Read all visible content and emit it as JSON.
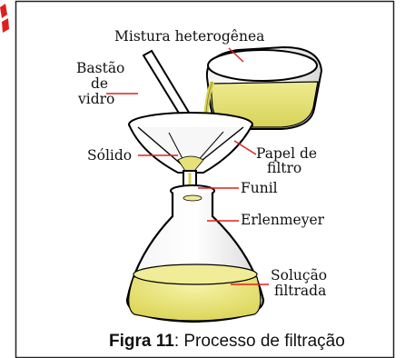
{
  "labels": {
    "mixture": "Mistura heterogênea",
    "rod_line1": "Bastão",
    "rod_line2": "de",
    "rod_line3": "vidro",
    "solid": "Sólido",
    "paper_line1": "Papel de",
    "paper_line2": "filtro",
    "funnel": "Funil",
    "flask": "Erlenmeyer",
    "solution_line1": "Solução",
    "solution_line2": "filtrada"
  },
  "caption": {
    "bold": "Figra 11",
    "text": ": Processo de filtração"
  },
  "colors": {
    "liquid": "#e6e27a",
    "liquid_dark": "#c9c44a",
    "leader_lines": "#e0201b",
    "outline": "#000000"
  }
}
